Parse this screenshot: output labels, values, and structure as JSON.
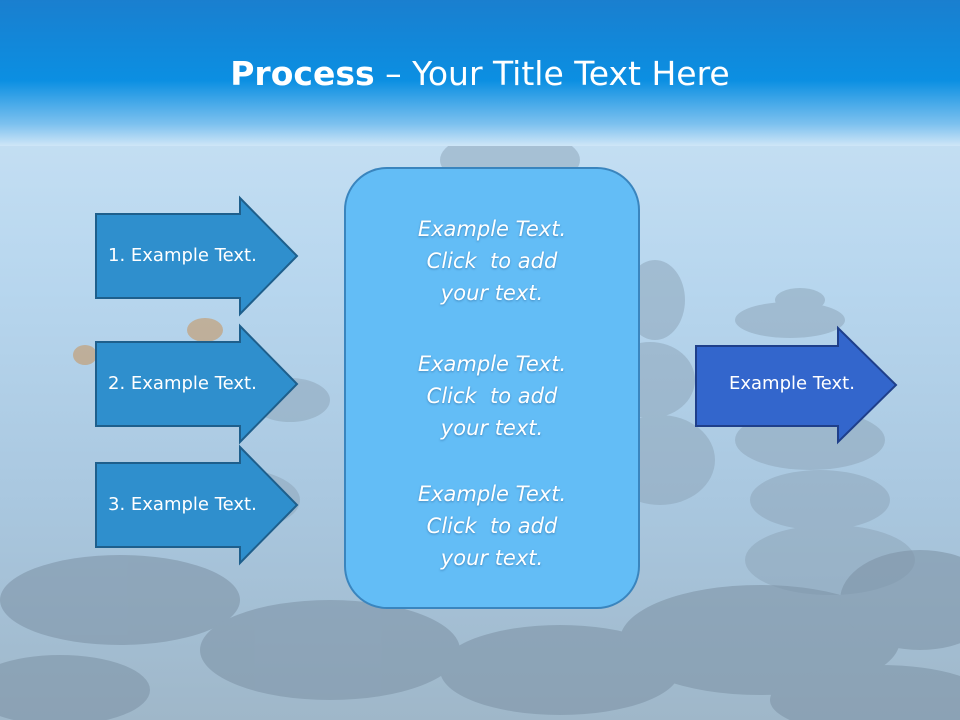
{
  "slide": {
    "title_bold": "Process",
    "title_rest": " – Your Title Text Here"
  },
  "inputs": [
    {
      "label": "1. Example Text."
    },
    {
      "label": "2. Example Text."
    },
    {
      "label": "3. Example Text."
    }
  ],
  "center_box": {
    "blocks": [
      {
        "lines": [
          "Example Text.",
          "Click  to add",
          "your text."
        ]
      },
      {
        "lines": [
          "Example Text.",
          "Click  to add",
          "your text."
        ]
      },
      {
        "lines": [
          "Example Text.",
          "Click  to add",
          "your text."
        ]
      }
    ]
  },
  "output": {
    "label": "Example Text."
  },
  "colors": {
    "input_arrow_fill": "#2f8fcd",
    "input_arrow_stroke": "#1e5f8c",
    "center_box_fill": "#63bdf6",
    "center_box_stroke": "#3a85be",
    "output_arrow_fill": "#3366cc",
    "output_arrow_stroke": "#1f3f8a",
    "header_blue": "#0b8fe2"
  }
}
